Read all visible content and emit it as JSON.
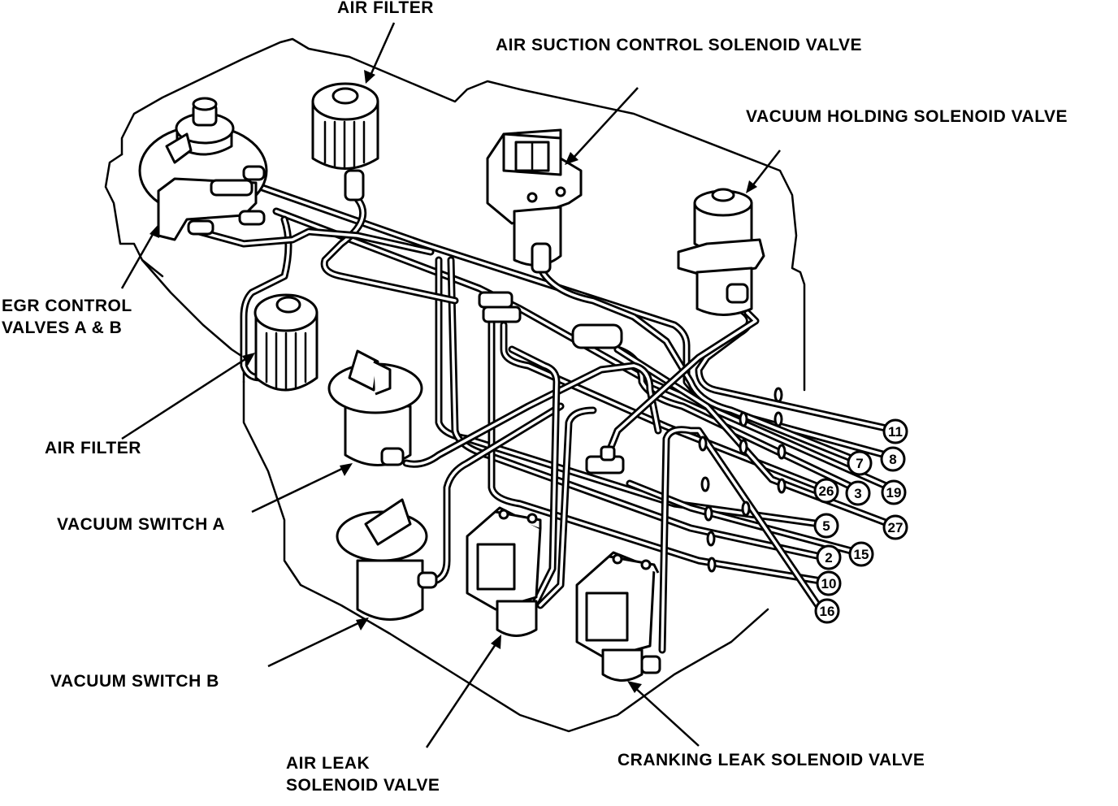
{
  "labels": {
    "air_filter_top": "AIR FILTER",
    "air_suction_valve": "AIR SUCTION CONTROL SOLENOID VALVE",
    "vacuum_holding_valve": "VACUUM HOLDING SOLENOID VALVE",
    "egr_line1": "EGR CONTROL",
    "egr_line2": "VALVES A & B",
    "air_filter_left": "AIR FILTER",
    "vacuum_switch_a": "VACUUM SWITCH A",
    "vacuum_switch_b": "VACUUM SWITCH B",
    "air_leak_line1": "AIR LEAK",
    "air_leak_line2": "SOLENOID VALVE",
    "cranking_leak_valve": "CRANKING LEAK SOLENOID VALVE"
  },
  "hose_numbers": [
    "11",
    "8",
    "7",
    "19",
    "3",
    "26",
    "27",
    "5",
    "15",
    "2",
    "10",
    "16"
  ]
}
